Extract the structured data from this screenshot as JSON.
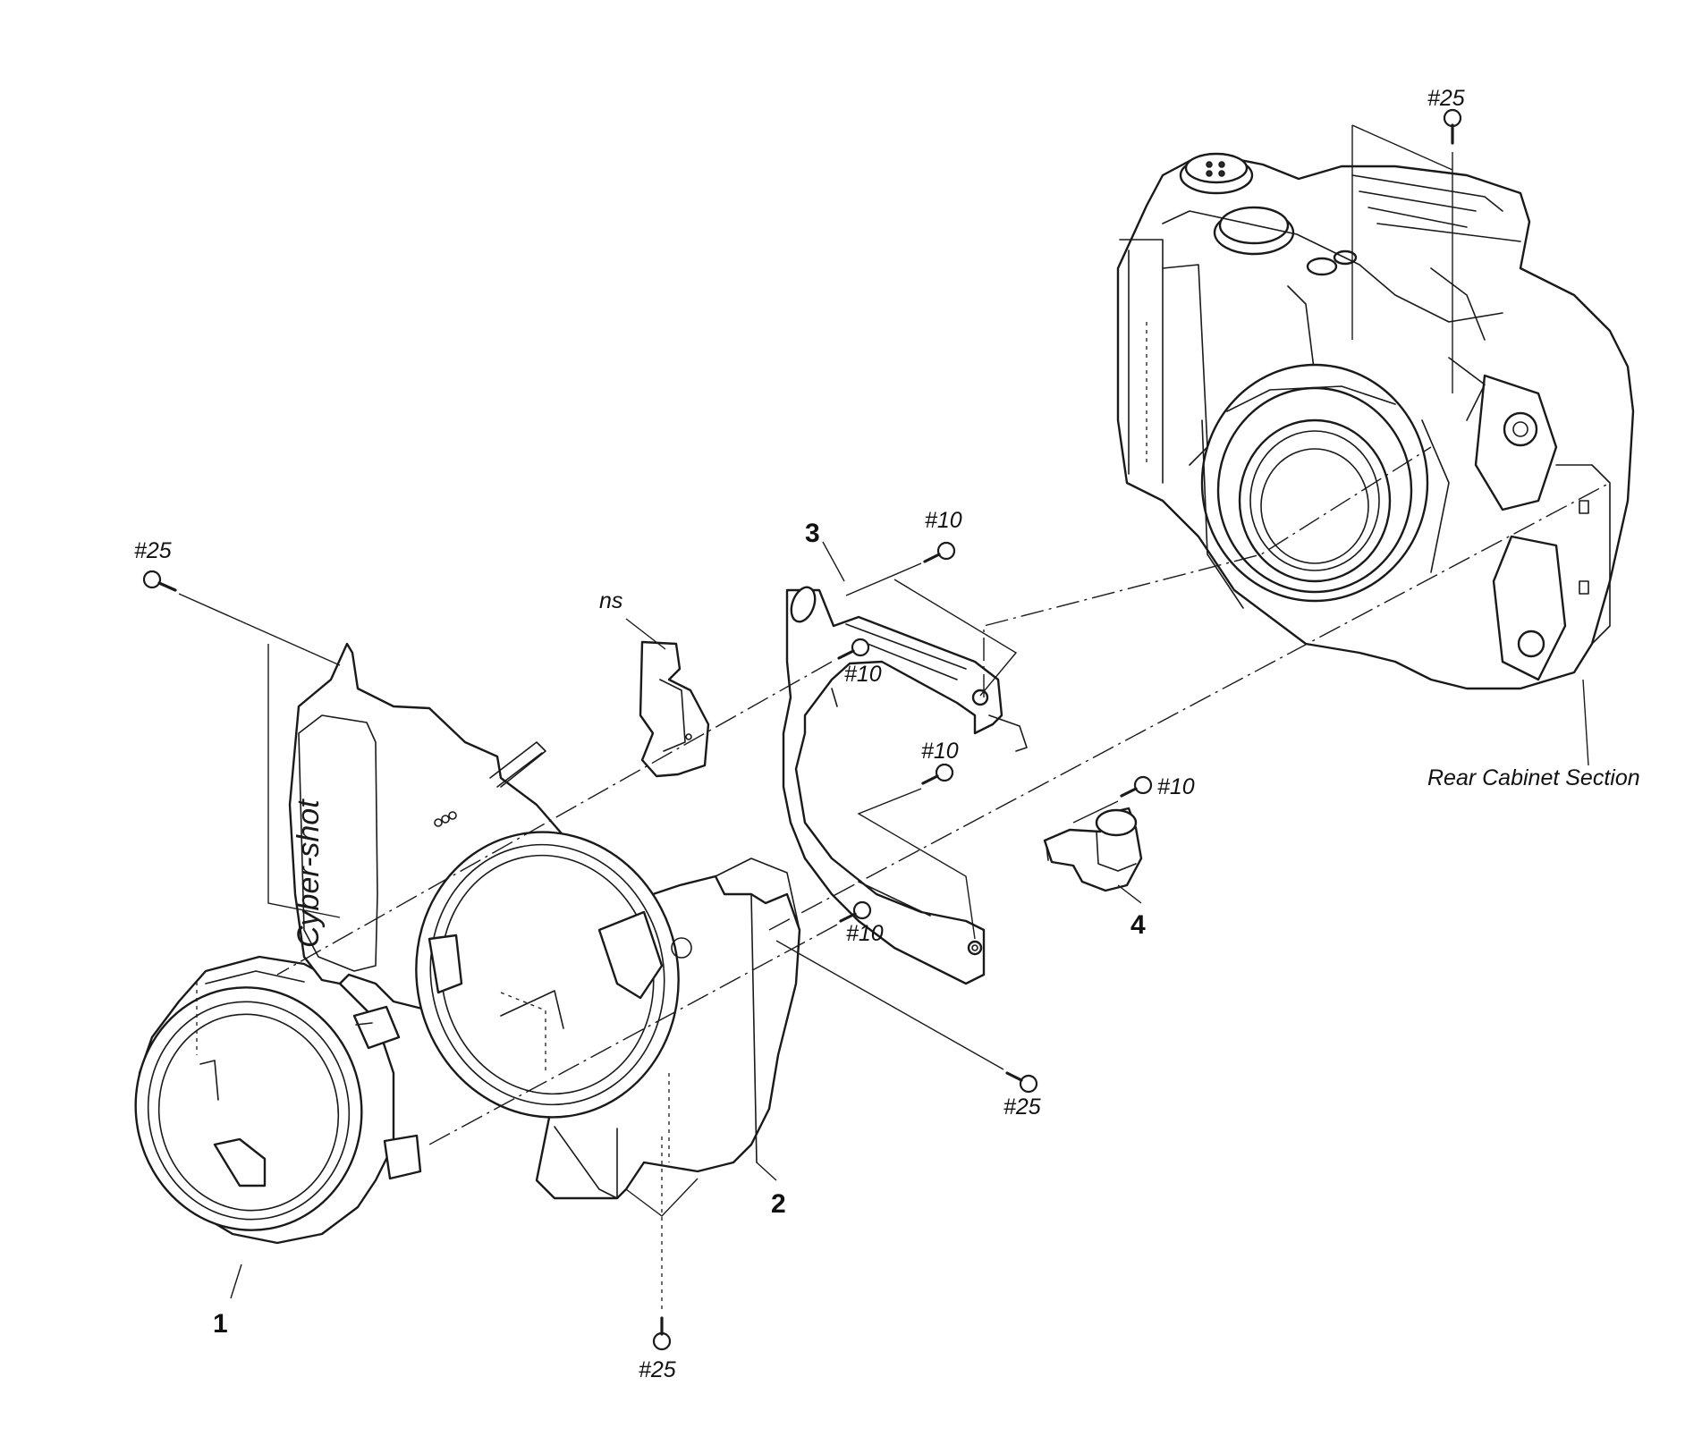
{
  "diagram": {
    "part_numbers": [
      "1",
      "2",
      "3",
      "4"
    ],
    "screw_labels": {
      "s25": "#25",
      "s10": "#10"
    },
    "callouts": {
      "ns": "ns",
      "rear_cabinet": "Rear Cabinet Section"
    },
    "brand_mark": "Cyber-shot"
  }
}
